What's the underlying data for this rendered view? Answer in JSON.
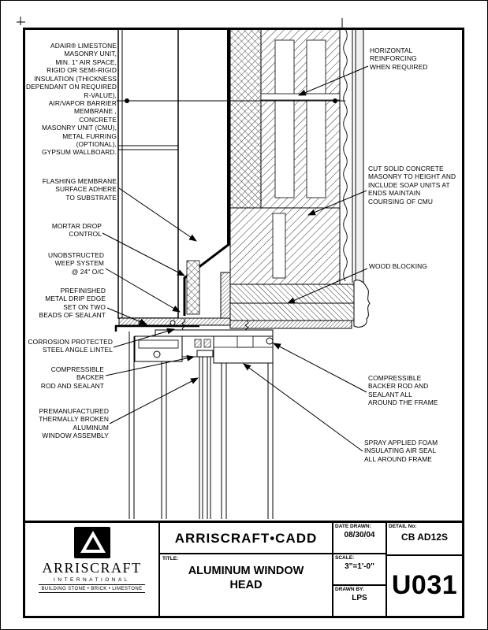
{
  "page": {
    "bg": "#ffffff",
    "line_color": "#000000"
  },
  "annotations": {
    "left": [
      {
        "text": "ADAIR® LIMESTONE\nMASONRY UNIT,\nMIN. 1\" AIR SPACE,\nRIGID OR SEMI-RIGID\nINSULATION (THICKNESS\nDEPENDANT ON REQUIRED\nR-VALUE),\nAIR/VAPOR BARRIER\nMEMBRANE ,\nCONCRETE\nMASONRY UNIT (CMU),\nMETAL FURRING (OPTIONAL),\nGYPSUM WALLBOARD."
      },
      {
        "text": "FLASHING MEMBRANE\nSURFACE ADHERE\nTO SUBSTRATE"
      },
      {
        "text": "MORTAR DROP\nCONTROL"
      },
      {
        "text": "UNOBSTRUCTED\nWEEP SYSTEM\n@ 24\" O/C"
      },
      {
        "text": "PREFINISHED\nMETAL DRIP EDGE\nSET ON TWO\nBEADS OF SEALANT"
      },
      {
        "text": "CORROSION PROTECTED\nSTEEL ANGLE LINTEL"
      },
      {
        "text": "COMPRESSIBLE BACKER\nROD AND SEALANT"
      },
      {
        "text": "PREMANUFACTURED\nTHERMALLY BROKEN\nALUMINUM\nWINDOW ASSEMBLY"
      }
    ],
    "right": [
      {
        "text": "HORIZONTAL\nREINFORCING\nWHEN REQUIRED"
      },
      {
        "text": "CUT SOLID CONCRETE\nMASONRY TO HEIGHT AND\nINCLUDE SOAP UNITS AT\nENDS MAINTAIN\nCOURSING OF CMU"
      },
      {
        "text": "WOOD BLOCKING"
      },
      {
        "text": "COMPRESSIBLE\nBACKER ROD AND\nSEALANT ALL\nAROUND THE FRAME"
      },
      {
        "text": "SPRAY APPLIED FOAM\nINSULATING AIR SEAL\nALL AROUND FRAME"
      }
    ]
  },
  "title_block": {
    "brand": "ARRISCRAFT•CADD",
    "title_label": "TITLE:",
    "title": "ALUMINUM WINDOW\nHEAD",
    "date_drawn_label": "DATE DRAWN:",
    "date_drawn": "08/30/04",
    "scale_label": "SCALE:",
    "scale": "3\"=1'-0\"",
    "drawn_by_label": "DRAWN BY:",
    "drawn_by": "LPS",
    "detail_no_label": "DETAIL No:",
    "detail_code": "CB AD12S",
    "detail_number": "U031"
  },
  "logo": {
    "name": "ARRISCRAFT",
    "subtitle": "INTERNATIONAL",
    "tagline": "BUILDING STONE • BRICK • LIMESTONE"
  }
}
